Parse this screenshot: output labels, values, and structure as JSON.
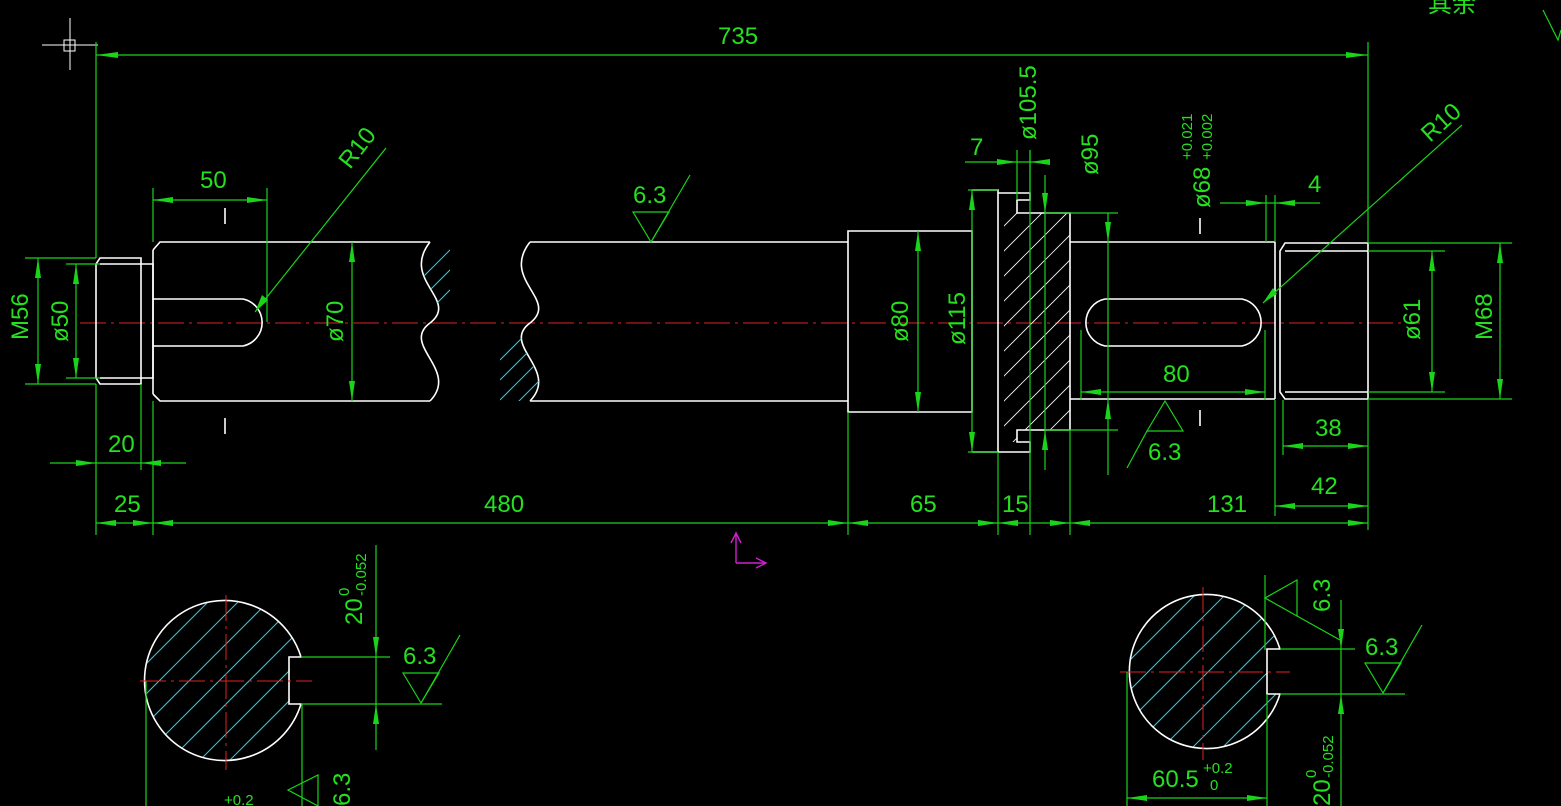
{
  "colors": {
    "background": "#000000",
    "dimension": "#19d419",
    "outline": "#ffffff",
    "centerline": "#e02020",
    "hatch": "#2ad0e8",
    "ucs": "#d020d0"
  },
  "dimensions": {
    "overall_length": "735",
    "key_left_length": "50",
    "radius_left": "R10",
    "radius_right": "R10",
    "roughness_top": "6.3",
    "dia_105_5": "ø105.5",
    "dia_95": "ø95",
    "shoulder_7": "7",
    "dia_68": "ø68",
    "dia_68_tol_upper": "+0.021",
    "dia_68_tol_lower": "+0.002",
    "gap_4": "4",
    "thread_m56": "M56",
    "dia_50": "ø50",
    "dia_70": "ø70",
    "dia_80": "ø80",
    "dia_115": "ø115",
    "dia_61": "ø61",
    "thread_m68": "M68",
    "key_right_length": "80",
    "roughness_mid": "6.3",
    "len_38": "38",
    "len_42": "42",
    "len_20": "20",
    "seg_25": "25",
    "seg_480": "480",
    "seg_65": "65",
    "seg_15": "15",
    "seg_131": "131"
  },
  "section_left": {
    "key_width": "20",
    "key_tol_upper": "0",
    "key_tol_lower": "-0.052",
    "roughness_key": "6.3",
    "roughness_bottom": "6.3",
    "tol_upper_bottom": "+0.2"
  },
  "section_right": {
    "roughness_top": "6.3",
    "roughness_key": "6.3",
    "depth": "60.5",
    "depth_tol_upper": "+0.2",
    "depth_tol_lower": "0",
    "key_width": "20",
    "key_tol_upper": "0",
    "key_tol_lower": "-0.052"
  },
  "corner_text": "其余"
}
